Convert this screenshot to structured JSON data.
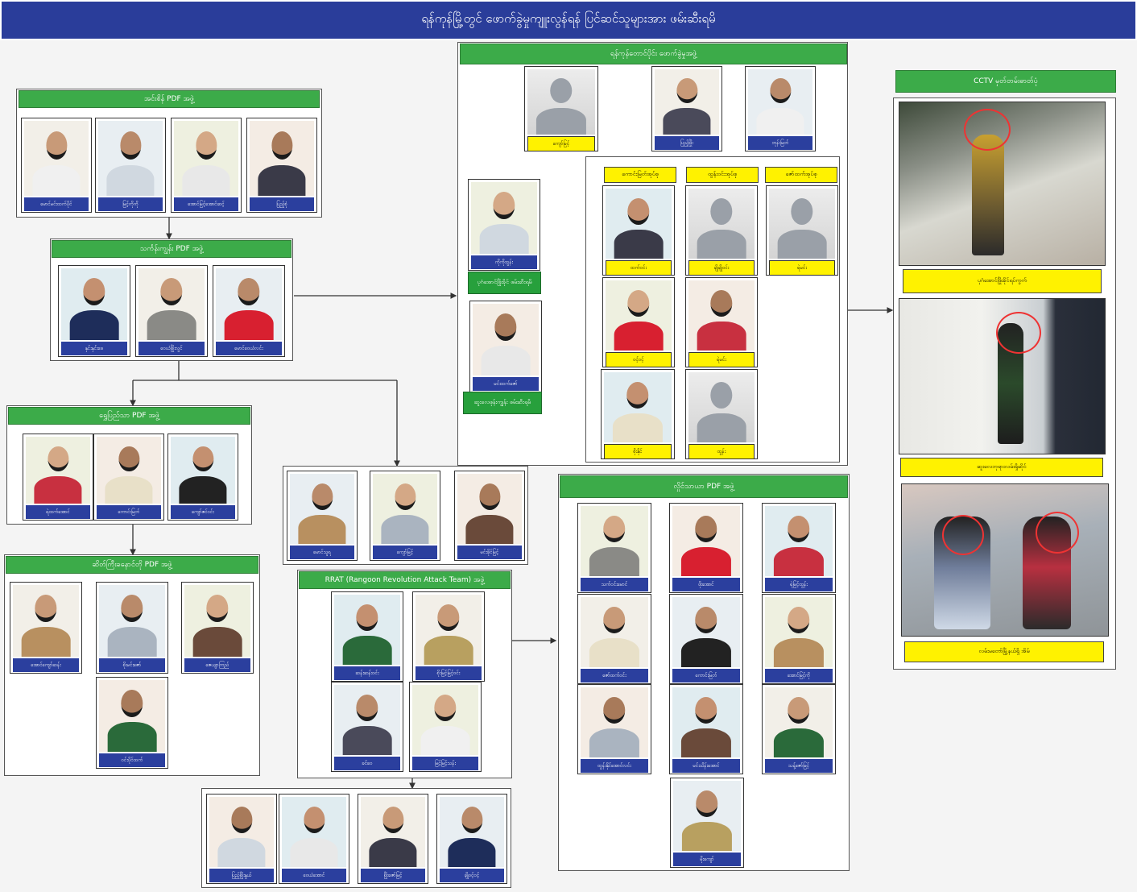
{
  "title": "ရန်ကုန်မြို့တွင် ဖောက်ခွဲမှုကျူးလွန်ရန် ပြင်ဆင်သူများအား ဖမ်းဆီးရမိ",
  "groups": {
    "g1": {
      "header": "အင်းစိန် PDF အဖွဲ့",
      "members": [
        "မောင်မင်းထက်ပိုင်",
        "မြင့်ကိုကို",
        "အောင်မြင့်အောင်ဆင့်",
        "ပြည့်စုံ"
      ]
    },
    "g2": {
      "header": "သင်္ကန်းကျွန်း PDF အဖွဲ့",
      "members": [
        "နှင်းနှင်းဖေ",
        "ဝေယံဖြိုးလွင်",
        "မောင်ဝေယံလင်း"
      ]
    },
    "g3": {
      "header": "ရွှေပြည်သာ PDF အဖွဲ့",
      "members": [
        "ရဲထက်အောင်",
        "ကောင်းမြတ်",
        "ကျော်ဇင်ဝင်း"
      ]
    },
    "g4": {
      "header": "ဆိတ်ကြီးခနောင်တို PDF အဖွဲ့",
      "members": [
        "အောင်ကျော်ဆန်း",
        "စိုးမင်းဇော်",
        "ဇေယျာကြည်",
        "ဝင်းပိုင်ထက်"
      ]
    },
    "g5": {
      "header": "ရန်ကုန်တောင်ပိုင်း ဖောက်ခွဲမှုအဖွဲ့",
      "top_member": "ကျော်မြင့်",
      "right_members": [
        "ပြည့်ဖြိုး",
        "ဘုန်းမြတ်"
      ],
      "side_members": [
        "ကိုကိုထွန်း",
        "မင်းထက်ဇော်"
      ],
      "side_tags": [
        "ပုဂံအောင်ဖြိုးခိုင် ဖမ်းဆီးရမိ",
        "ဆူးလေဖုန်းကျွန်း ဖမ်းဆီးရမိ"
      ]
    },
    "g6": {
      "header": "RRAT (Rangoon Revolution Attack Team) အဖွဲ့",
      "members": [
        "ဆန်းဆန်းဝင်း",
        "စိုးမြင့်မြင့်ဝင်း",
        "ခင်ဝေ",
        "မြင့်မြင့်သန်း"
      ]
    },
    "g7": {
      "header": "လှိုင်သာယာ PDF အဖွဲ့",
      "members": [
        "သက်ဝင်းမောင်",
        "ဖိုးအောင်",
        "ရဲမြင့်ထွန်း",
        "ဇော်ထက်ဝင်း",
        "ကောင်းမြတ်",
        "အောင်မြင့်ကို",
        "ထွန်းနိုင်အောင်လင်း",
        "မင်းသိန်းအောင်",
        "သန့်ဇော်မြင့်",
        "မိုးကျော်"
      ]
    },
    "g8": {
      "header": "CCTV မှတ်တမ်းဓာတ်ပုံ",
      "captions": [
        "ပုဂံအောင်ဖြိုးခိုင်ရပ်ကွက်",
        "ဆူးလေဘုရားလမ်းရှိဆိုင်",
        "လမ်းမတော်မြို့နယ်ရှိ အိမ်"
      ]
    }
  },
  "subgroup_labels": [
    "ကောင်းမြတ်အုပ်စု",
    "ထွန်းဝင်းအုပ်စု",
    "ဇော်ထက်အုပ်စု"
  ],
  "subgroup_members": [
    "ထက်ဝင်း",
    "ချိုချိုဝင်း",
    "ရဲမင်း",
    "ဝင့်ဝင့်",
    "ရဲမင်း",
    "စိုးနိုင်",
    "ထွန်း"
  ],
  "mid_members": [
    "မောင်သူရ",
    "ကျော်မြင့်",
    "မင်းခိုင်မြင့်"
  ],
  "bottom_members": [
    "ပြည့်ဖြိုးနွယ်",
    "ဝေယံအောင်",
    "ဖြိုးဇော်မြင့်",
    "ချိုဝင့်ဝင့်"
  ],
  "colors": {
    "banner": "#2a3d9a",
    "group_header": "#3cab49",
    "name_label": "#2b3f9e",
    "highlight": "#fff200",
    "circle": "#e33333"
  }
}
